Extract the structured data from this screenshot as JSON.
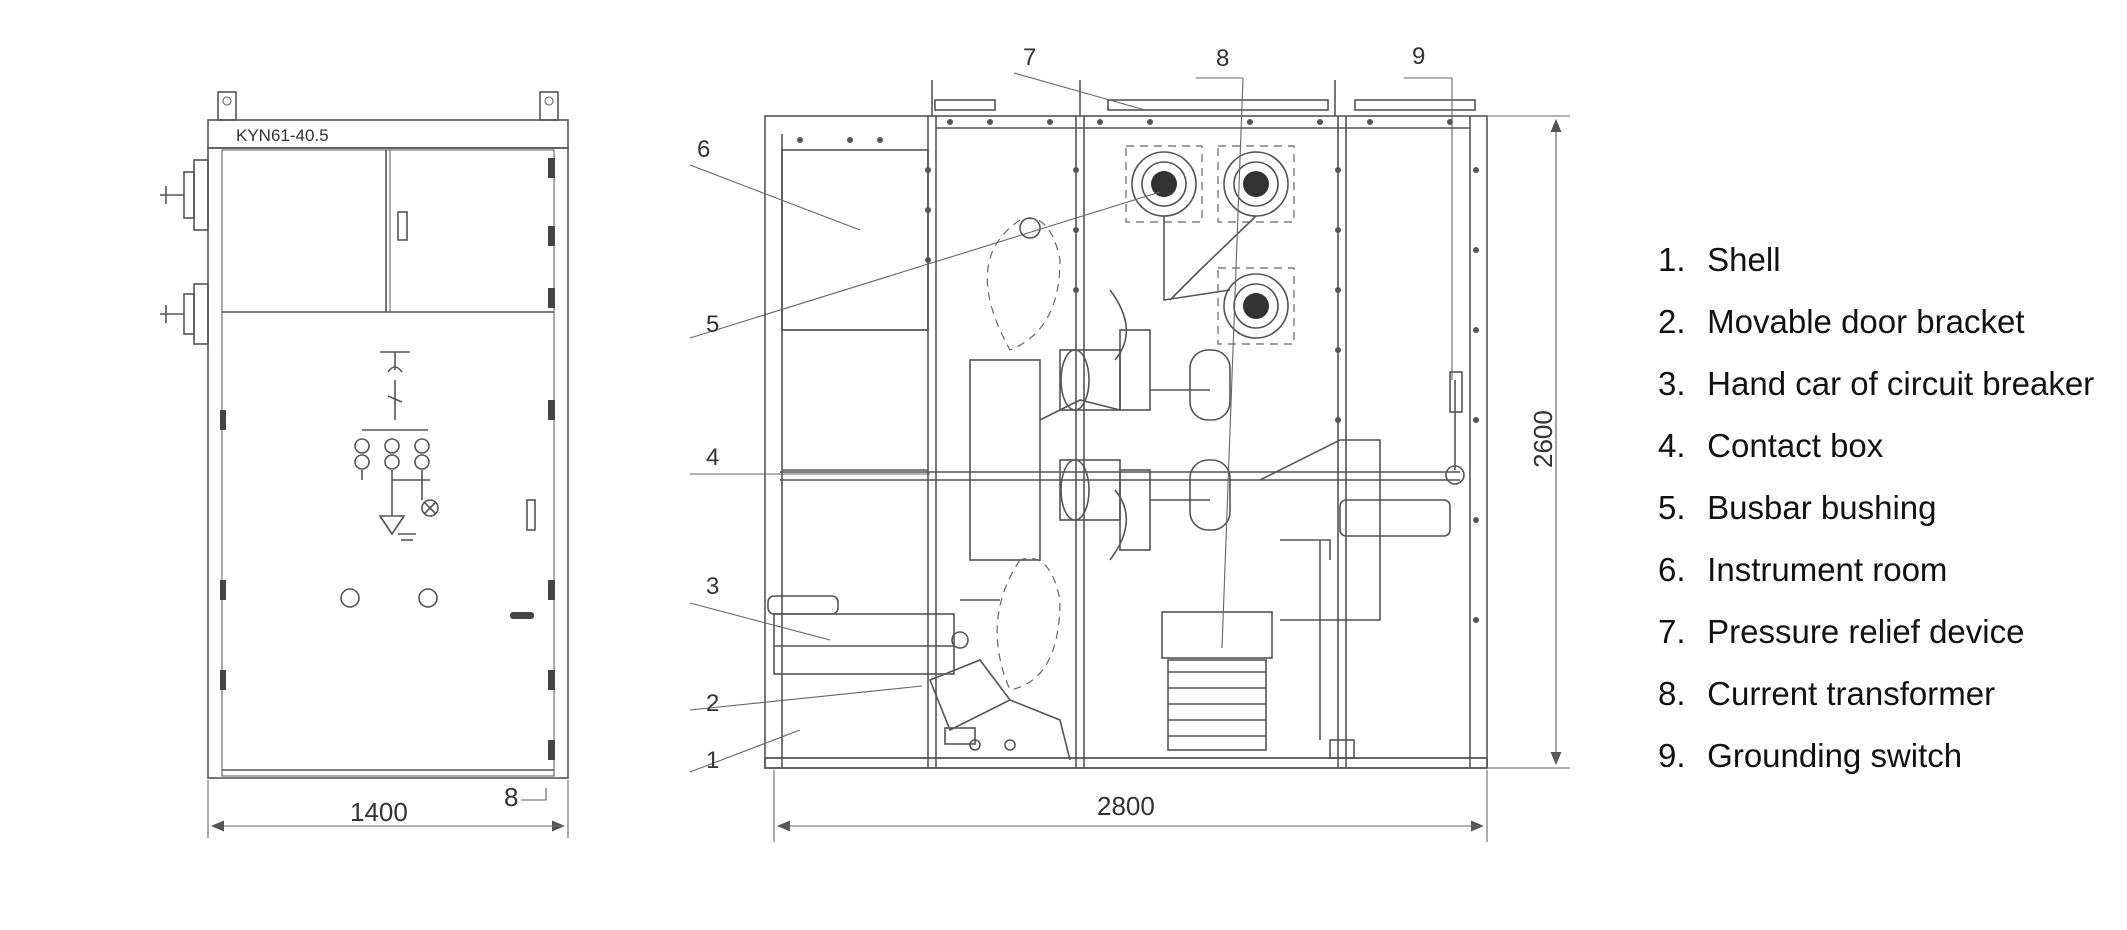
{
  "front_view": {
    "model": "KYN61-40.5",
    "width_dim": "1400",
    "small_mark": "8"
  },
  "side_view": {
    "width_dim": "2800",
    "height_dim": "2600"
  },
  "callout_numbers": [
    "1",
    "2",
    "3",
    "4",
    "5",
    "6",
    "7",
    "8",
    "9"
  ],
  "legend": [
    {
      "number": "1.",
      "label": "Shell"
    },
    {
      "number": "2.",
      "label": "Movable door bracket"
    },
    {
      "number": "3.",
      "label": "Hand car of circuit breaker"
    },
    {
      "number": "4.",
      "label": "Contact box"
    },
    {
      "number": "5.",
      "label": "Busbar bushing"
    },
    {
      "number": "6.",
      "label": "Instrument room"
    },
    {
      "number": "7.",
      "label": "Pressure relief device"
    },
    {
      "number": "8.",
      "label": "Current transformer"
    },
    {
      "number": "9.",
      "label": "Grounding switch"
    }
  ]
}
